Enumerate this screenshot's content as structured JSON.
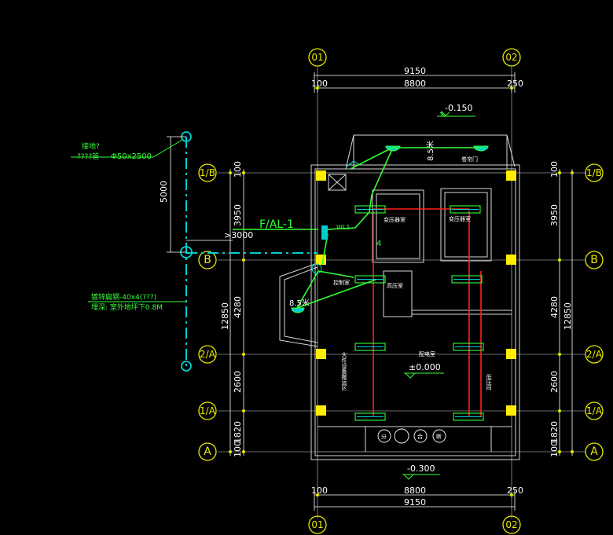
{
  "axes": {
    "top_01": "01",
    "top_02": "02",
    "bottom_01": "01",
    "bottom_02": "02",
    "left_1B": "1/B",
    "left_B": "B",
    "left_2A": "2/A",
    "left_1A": "1/A",
    "left_A": "A",
    "right_1B": "1/B",
    "right_B": "B",
    "right_2A": "2/A",
    "right_1A": "1/A",
    "right_A": "A"
  },
  "dims": {
    "top_total": "9150",
    "top_inner": "8800",
    "top_left_offset": "100",
    "top_right_offset": "250",
    "bottom_total": "9150",
    "bottom_inner": "8800",
    "bottom_left_offset": "100",
    "bottom_right_offset": "250",
    "left_top_100": "100",
    "left_3950": "3950",
    "left_4280": "4280",
    "left_2600": "2600",
    "left_1820": "1820",
    "left_bot_100": "100",
    "left_total": "12850",
    "right_top_100": "100",
    "right_3950": "3950",
    "right_4280": "4280",
    "right_2600": "2600",
    "right_1820": "1820",
    "right_bot_100": "100",
    "right_total": "12850",
    "ground_5000": "5000",
    "ground_3000": ">3000"
  },
  "levels": {
    "top": "-0.150",
    "floor": "±0.000",
    "bottom": "-0.300"
  },
  "notes": {
    "ground_rod_1": "接地?",
    "ground_rod_2": "????管",
    "ground_rod_spec": "Φ50x2500",
    "flat_steel": "镀锌扁钢-40x4(???)",
    "burial": "埋深: 室外地坪下0.8M",
    "panel_label": "F/AL-1",
    "panel_code": "WL1",
    "wire_count": "4",
    "height_top": "8.5米",
    "height_left": "8.5米"
  },
  "rooms": {
    "room_1": "变压器室",
    "room_2": "变压器室",
    "room_3": "控制室",
    "room_4": "高压室",
    "room_5": "配电室",
    "door": "卷帘门",
    "left_vertical": "大件设备搬运区",
    "right_vertical": "低压间",
    "btn_1": "分",
    "btn_2": "合",
    "btn_3": "断"
  },
  "colors": {
    "background": "#000000",
    "axis_bubble": "#e8e800",
    "wall": "#ffffff",
    "column": "#ffee00",
    "wiring": "#33ff33",
    "ground": "#00d0d0",
    "cable_tray": "#ff2020"
  }
}
